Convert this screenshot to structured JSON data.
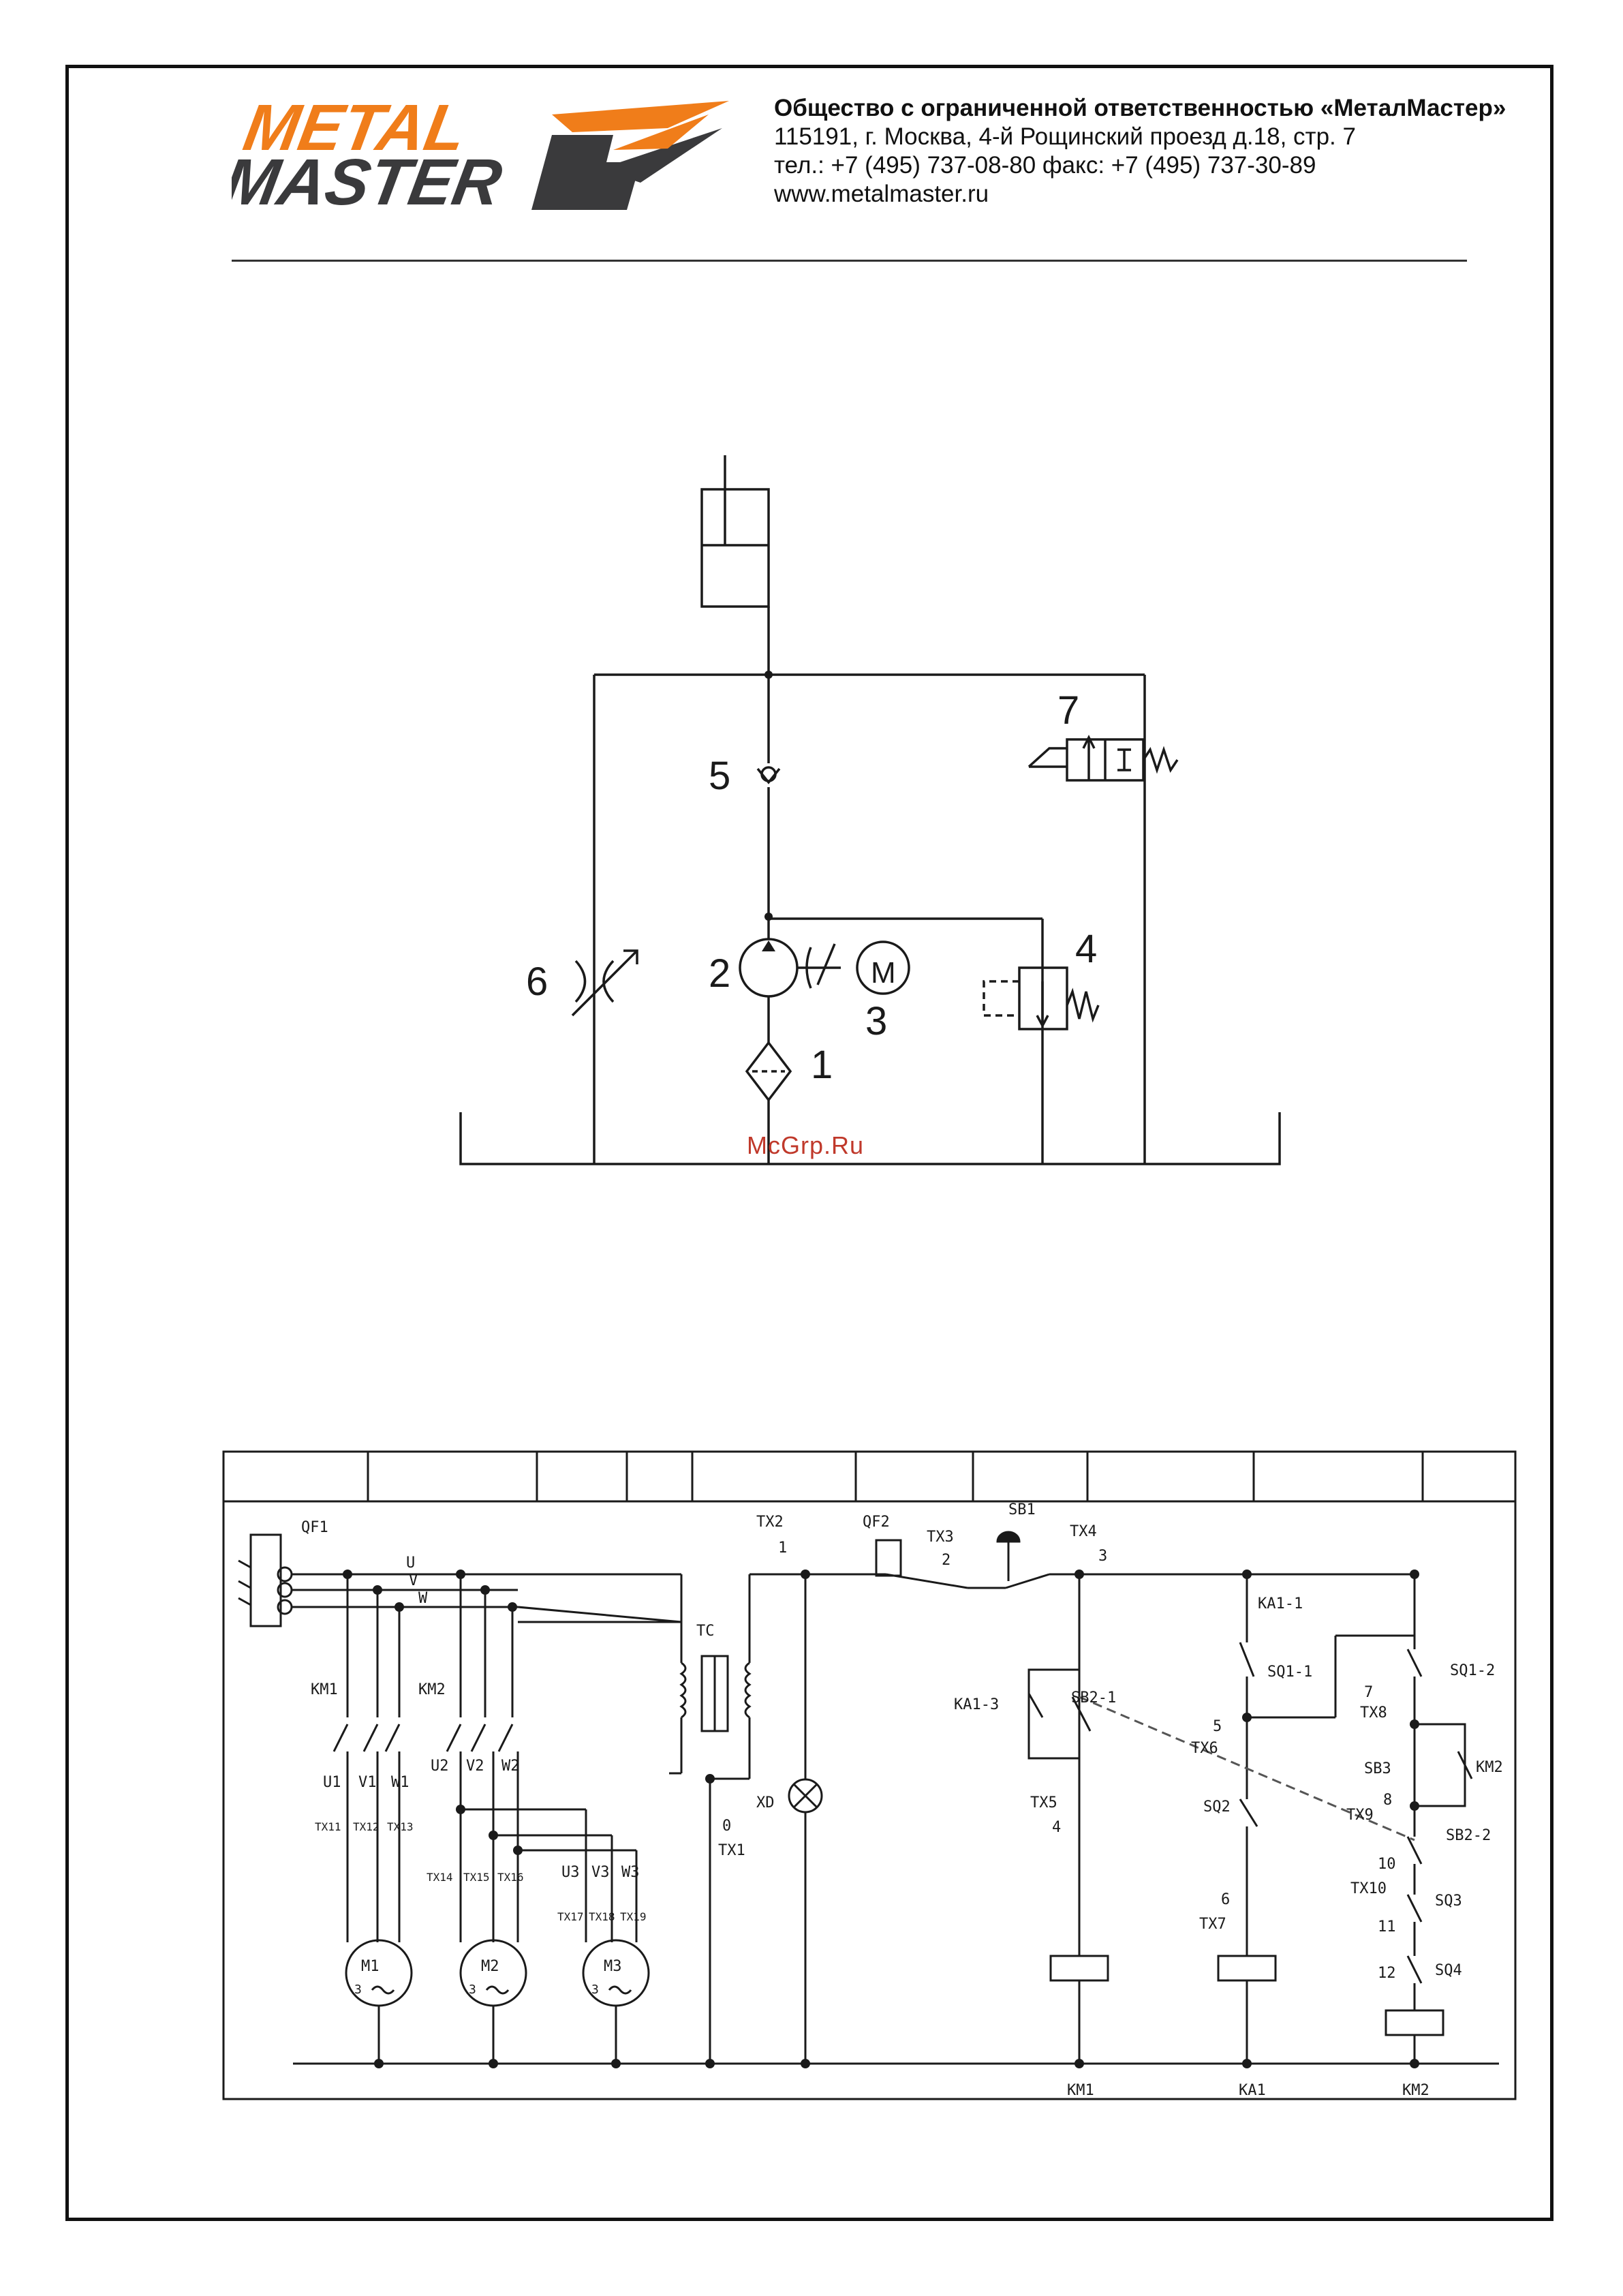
{
  "header": {
    "logo": {
      "line1": "METAL",
      "line2": "MASTER",
      "brand_orange": "#F07D1A",
      "brand_dark": "#3A3A3C"
    },
    "company_name": "Общество с ограниченной ответственностью «МеталМастер»",
    "address": "115191, г. Москва, 4-й Рощинский проезд д.18, стр. 7",
    "phones": "тел.: +7 (495) 737-08-80   факс: +7 (495) 737-30-89",
    "website": "www.metalmaster.ru"
  },
  "hydraulic": {
    "labels": {
      "filter": "1",
      "pump": "2",
      "motor_num": "3",
      "motor_symbol": "M",
      "relief_valve": "4",
      "check_valve": "5",
      "throttle": "6",
      "solenoid_valve": "7"
    }
  },
  "watermark": "McGrp.Ru",
  "electrical": {
    "breakers": {
      "qf1": "QF1",
      "qf2": "QF2"
    },
    "phases": {
      "u": "U",
      "v": "V",
      "w": "W"
    },
    "contactors": {
      "km1": "KM1",
      "km2": "KM2"
    },
    "motor_terminals": {
      "u1": "U1",
      "v1": "V1",
      "w1": "W1",
      "u2": "U2",
      "v2": "V2",
      "w2": "W2",
      "u3": "U3",
      "v3": "V3",
      "w3": "W3"
    },
    "wires": {
      "tx11": "TX11",
      "tx12": "TX12",
      "tx13": "TX13",
      "tx14": "TX14",
      "tx15": "TX15",
      "tx16": "TX16",
      "tx17": "TX17",
      "tx18": "TX18",
      "tx19": "TX19",
      "tx1": "TX1",
      "tx2": "TX2",
      "tx3": "TX3",
      "tx4": "TX4",
      "tx5": "TX5",
      "tx6": "TX6",
      "tx7": "TX7",
      "tx8": "TX8",
      "tx9": "TX9",
      "tx10": "TX10"
    },
    "motors": {
      "m1": "M1",
      "m2": "M2",
      "m3": "M3",
      "phase": "3"
    },
    "transformer": "TC",
    "lamp": "XD",
    "nodes": {
      "n0": "0",
      "n1": "1",
      "n2": "2",
      "n3": "3",
      "n4": "4",
      "n5": "5",
      "n6": "6",
      "n7": "7",
      "n8": "8",
      "n10": "10",
      "n11": "11",
      "n12": "12"
    },
    "devices": {
      "sb1": "SB1",
      "sb2_1": "SB2-1",
      "sb2_2": "SB2-2",
      "sb3": "SB3",
      "ka1_1": "KA1-1",
      "ka1_3": "KA1-3",
      "sq1_1": "SQ1-1",
      "sq1_2": "SQ1-2",
      "sq2": "SQ2",
      "sq3": "SQ3",
      "sq4": "SQ4",
      "km2_contact": "KM2"
    },
    "coils": {
      "km1": "KM1",
      "ka1": "KA1",
      "km2": "KM2"
    }
  }
}
